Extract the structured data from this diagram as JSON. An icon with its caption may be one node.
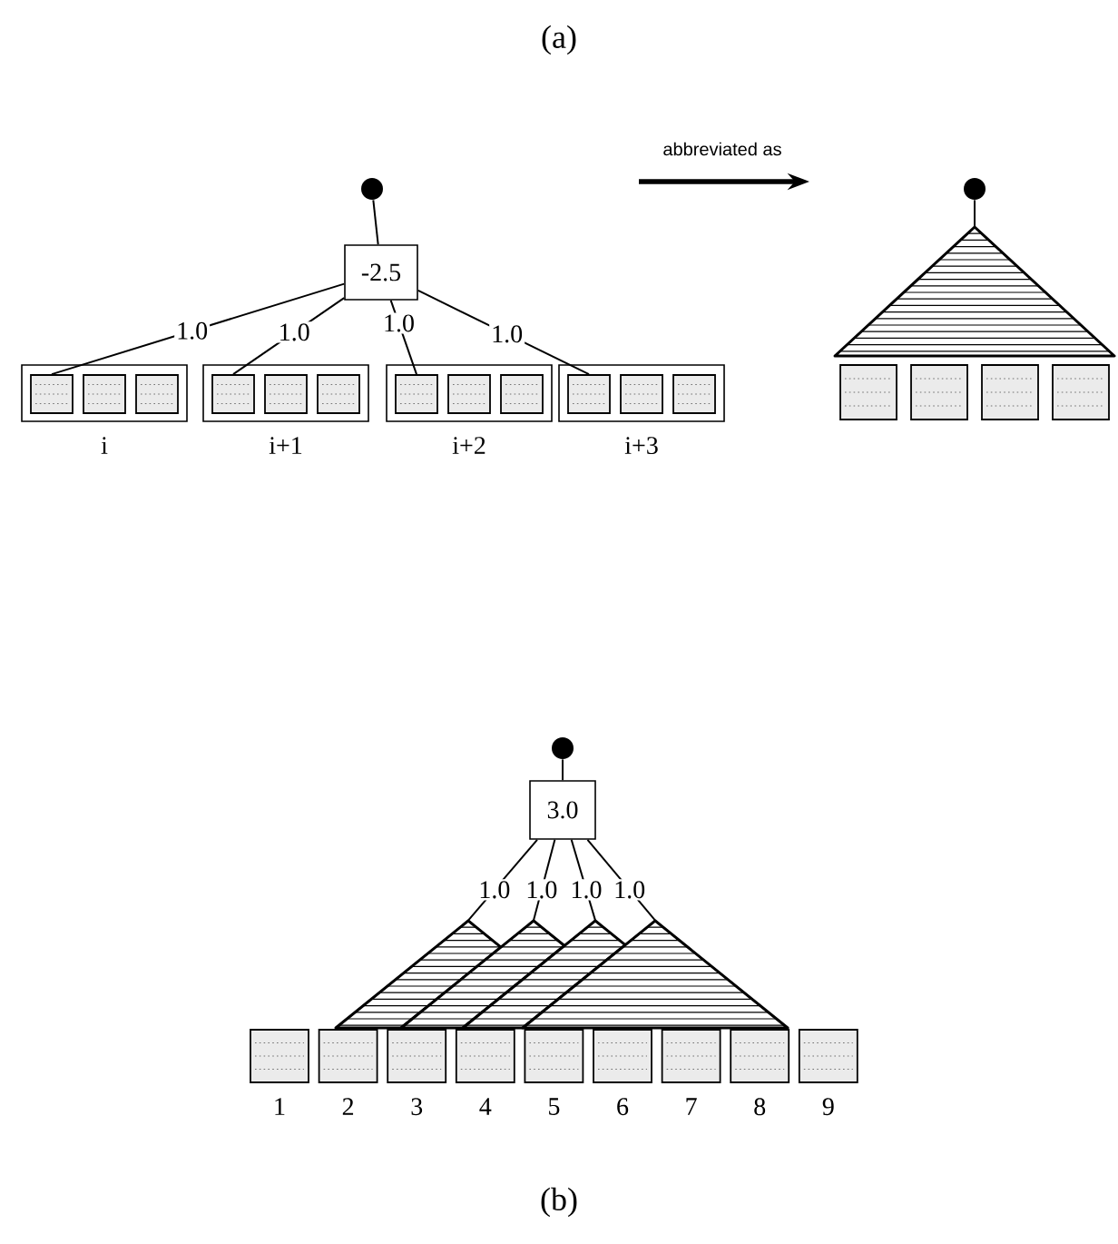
{
  "diagram": {
    "nodes": [
      {
        "text": [],
        "shape": "circle"
      },
      {
        "text": [
          "-2.5"
        ]
      },
      {
        "text": [],
        "shape": "box",
        "beside": [
          "i"
        ]
      },
      {
        "text": [],
        "shape": "box",
        "in": 2
      },
      {
        "text": [],
        "shape": "box",
        "in": 2
      },
      {
        "text": [],
        "shape": "box",
        "in": 2
      },
      {
        "text": [],
        "shape": "box",
        "beside": [
          "i+1"
        ]
      },
      {
        "text": [],
        "shape": "box",
        "in": 6
      },
      {
        "text": [],
        "shape": "box",
        "in": 6
      },
      {
        "text": [],
        "shape": "box",
        "in": 6
      },
      {
        "text": [],
        "shape": "box",
        "beside": [
          "i+2"
        ]
      },
      {
        "text": [],
        "shape": "box",
        "in": 10
      },
      {
        "text": [],
        "shape": "box",
        "in": 10
      },
      {
        "text": [],
        "shape": "box",
        "in": 10
      },
      {
        "text": [],
        "shape": "box",
        "beside": [
          "i+3"
        ]
      },
      {
        "text": [],
        "shape": "box",
        "in": 14
      },
      {
        "text": [],
        "shape": "box",
        "in": 14
      },
      {
        "text": [],
        "shape": "box",
        "in": 14
      },
      {
        "text": [],
        "shape": "circle"
      },
      {
        "text": [],
        "shape": "triangle"
      },
      {
        "text": [],
        "shape": "box"
      },
      {
        "text": [],
        "shape": "box"
      },
      {
        "text": [],
        "shape": "box"
      },
      {
        "text": [],
        "shape": "box"
      },
      {
        "text": [],
        "shape": "circle"
      },
      {
        "text": [
          "3.0"
        ]
      },
      {
        "text": [],
        "shape": "triangle"
      },
      {
        "text": [],
        "shape": "triangle"
      },
      {
        "text": [],
        "shape": "triangle"
      },
      {
        "text": [],
        "shape": "triangle"
      },
      {
        "text": [],
        "shape": "box",
        "beside": [
          "1"
        ]
      },
      {
        "text": [],
        "shape": "box",
        "beside": [
          "2"
        ]
      },
      {
        "text": [],
        "shape": "box",
        "beside": [
          "3"
        ]
      },
      {
        "text": [],
        "shape": "box",
        "beside": [
          "4"
        ]
      },
      {
        "text": [],
        "shape": "box",
        "beside": [
          "5"
        ]
      },
      {
        "text": [],
        "shape": "box",
        "beside": [
          "6"
        ]
      },
      {
        "text": [],
        "shape": "box",
        "beside": [
          "7"
        ]
      },
      {
        "text": [],
        "shape": "box",
        "beside": [
          "8"
        ]
      },
      {
        "text": [],
        "shape": "box",
        "beside": [
          "9"
        ]
      }
    ],
    "edges": [
      {
        "from": 0,
        "to": 1,
        "arrow": "none"
      },
      {
        "from": 1,
        "to": 3,
        "arrow": "none",
        "label": "1.0"
      },
      {
        "from": 1,
        "to": 7,
        "arrow": "none",
        "label": "1.0"
      },
      {
        "from": 1,
        "to": 11,
        "arrow": "none",
        "label": "1.0"
      },
      {
        "from": 1,
        "to": 15,
        "arrow": "none",
        "label": "1.0"
      },
      {
        "from": 18,
        "to": 19,
        "arrow": "none"
      },
      {
        "from": 24,
        "to": 25,
        "arrow": "none"
      },
      {
        "from": 25,
        "to": 26,
        "arrow": "none",
        "label": "1.0"
      },
      {
        "from": 25,
        "to": 27,
        "arrow": "none",
        "label": "1.0"
      },
      {
        "from": 25,
        "to": 28,
        "arrow": "none",
        "label": "1.0"
      },
      {
        "from": 25,
        "to": 29,
        "arrow": "none",
        "label": "1.0"
      }
    ],
    "labels": [
      "(a)",
      "abbreviated as",
      "(b)"
    ]
  }
}
